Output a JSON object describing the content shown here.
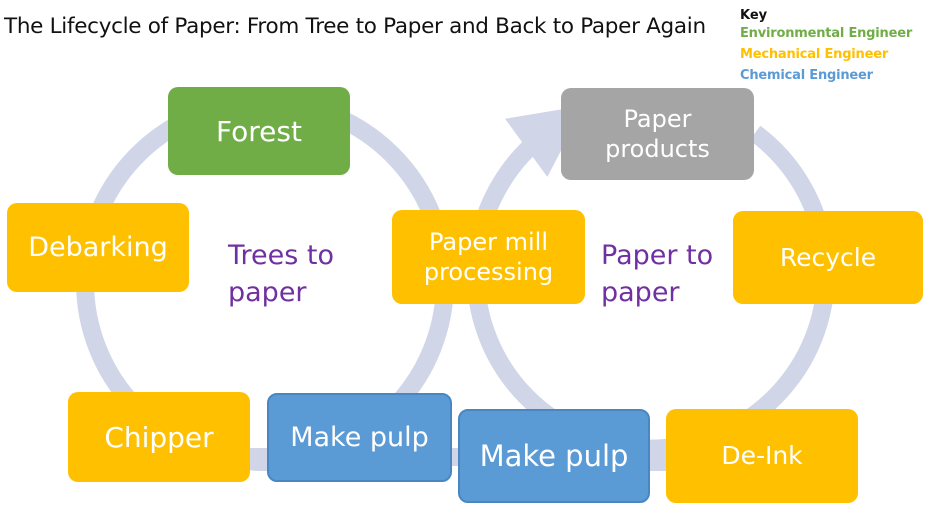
{
  "title": "The Lifecycle of Paper: From Tree to Paper and Back to Paper Again",
  "key": {
    "title": "Key",
    "items": [
      {
        "label": "Environmental Engineer",
        "color": "#70ad47"
      },
      {
        "label": "Mechanical Engineer",
        "color": "#ffc000"
      },
      {
        "label": "Chemical Engineer",
        "color": "#5b9bd5"
      }
    ]
  },
  "cycles": {
    "left": {
      "label": "Trees to\npaper",
      "nodes": {
        "forest": "Forest",
        "debarking": "Debarking",
        "chipper": "Chipper",
        "make_pulp": "Make pulp"
      }
    },
    "right": {
      "label": "Paper to\npaper",
      "nodes": {
        "paper_products": "Paper\nproducts",
        "recycle": "Recycle",
        "de_ink": "De-Ink",
        "make_pulp": "Make pulp",
        "paper_mill": "Paper mill\nprocessing"
      }
    }
  },
  "colors": {
    "environmental": "#70ad47",
    "mechanical": "#ffc000",
    "chemical": "#5b9bd5",
    "neutral": "#a5a5a5",
    "arc": "#d0d5e8",
    "label": "#7030a0"
  }
}
